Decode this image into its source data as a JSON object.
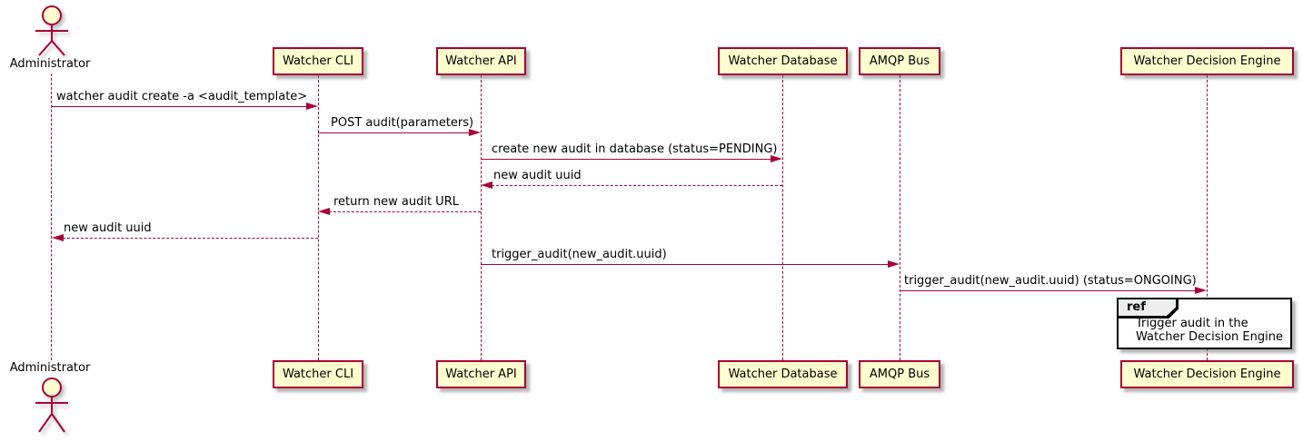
{
  "diagram_type": "sequence",
  "actor": {
    "label": "Administrator"
  },
  "participants": [
    {
      "label": "Watcher CLI"
    },
    {
      "label": "Watcher API"
    },
    {
      "label": "Watcher Database"
    },
    {
      "label": "AMQP Bus"
    },
    {
      "label": "Watcher Decision Engine"
    }
  ],
  "messages": [
    {
      "from": "Administrator",
      "to": "Watcher CLI",
      "text": "watcher audit create -a <audit_template>",
      "line": "solid",
      "direction": "right"
    },
    {
      "from": "Watcher CLI",
      "to": "Watcher API",
      "text": "POST audit(parameters)",
      "line": "solid",
      "direction": "right"
    },
    {
      "from": "Watcher API",
      "to": "Watcher Database",
      "text": "create new audit in database (status=PENDING)",
      "line": "solid",
      "direction": "right"
    },
    {
      "from": "Watcher Database",
      "to": "Watcher API",
      "text": "new audit uuid",
      "line": "dashed",
      "direction": "left"
    },
    {
      "from": "Watcher API",
      "to": "Watcher CLI",
      "text": "return new audit URL",
      "line": "dashed",
      "direction": "left"
    },
    {
      "from": "Watcher CLI",
      "to": "Administrator",
      "text": "new audit uuid",
      "line": "dashed",
      "direction": "left"
    },
    {
      "from": "Watcher API",
      "to": "AMQP Bus",
      "text": "trigger_audit(new_audit.uuid)",
      "line": "solid",
      "direction": "right"
    },
    {
      "from": "AMQP Bus",
      "to": "Watcher Decision Engine",
      "text": "trigger_audit(new_audit.uuid) (status=ONGOING)",
      "line": "solid",
      "direction": "right"
    }
  ],
  "ref": {
    "keyword": "ref",
    "lines": [
      "Trigger audit in the",
      "Watcher Decision Engine"
    ],
    "over": "Watcher Decision Engine"
  },
  "colors": {
    "line_color": "#A80036",
    "participant_fill": "#FEFECE",
    "text_color": "#000000",
    "ref_border": "#000000",
    "ref_tag_fill": "#EEEEEE",
    "background": "#FFFFFF"
  }
}
